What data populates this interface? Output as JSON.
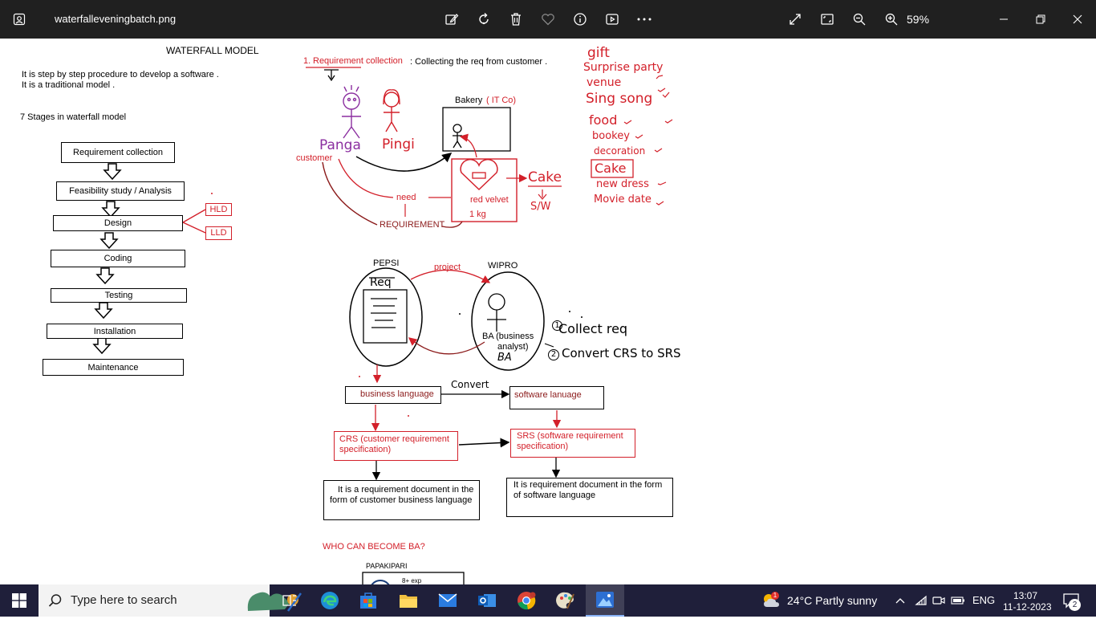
{
  "window": {
    "title": "waterfalleveningbatch.png",
    "zoom": "59%",
    "toolbar_icons": [
      "edit-icon",
      "rotate-icon",
      "delete-icon",
      "favorite-icon",
      "info-icon",
      "slideshow-icon",
      "more-icon",
      "fullscreen-icon",
      "actual-size-icon",
      "zoom-out-icon",
      "zoom-in-icon"
    ],
    "window_controls": [
      "minimize-icon",
      "restore-icon",
      "close-icon"
    ]
  },
  "image": {
    "heading": "WATERFALL MODEL",
    "intro_line1": "It is step by step procedure to develop a software .",
    "intro_line2": "It is a traditional model .",
    "stages_title": "7 Stages in waterfall model",
    "stages": [
      "Requirement collection",
      "Feasibility study / Analysis",
      "Design",
      "Coding",
      "Testing",
      "Installation",
      "Maintenance"
    ],
    "hld": "HLD",
    "lld": "LLD",
    "req_title_prefix": "1. ",
    "req_title": "Requirement collection",
    "req_desc": ": Collecting the req from customer .",
    "bakery": "Bakery",
    "itco": "( IT Co)",
    "panga": "Panga",
    "pingi": "Pingi",
    "customer": "customer",
    "need": "need",
    "requirement": "REQUIREMENT",
    "red_velvet": "red velvet",
    "one_kg": "1 kg",
    "cake": "Cake",
    "sw": "S/W",
    "list": [
      "gift",
      "Surprise party",
      "venue",
      "Sing song",
      "food",
      "bookey",
      "decoration",
      "Cake",
      "new dress",
      "Movie date"
    ],
    "pepsi": "PEPSI",
    "wipro": "WIPRO",
    "project": "project",
    "req_doc": "Req",
    "ba_line1": "BA (business",
    "ba_line2": "analyst)",
    "ba_abbr": "BA",
    "step1": "Collect req",
    "step2": "Convert CRS to SRS",
    "step1_num": "1",
    "step2_num": "2",
    "business_language": "business language",
    "convert": "Convert",
    "software_lanuage": "software lanuage",
    "crs": "CRS (customer requirement specification)",
    "srs": "SRS (software requirement specification)",
    "crs_desc": "It is a requirement document in the form of customer business language",
    "srs_desc": "It is requirement document in the form of software language",
    "who_ba": "WHO CAN BECOME BA?",
    "papakipari": "PAPAKIPARI",
    "exp": "8+ exp"
  },
  "taskbar": {
    "search_placeholder": "Type here to search",
    "weather": "24°C  Partly sunny",
    "language": "ENG",
    "time": "13:07",
    "date": "11-12-2023",
    "notifications": "2",
    "weather_badge": "1",
    "apps": [
      "task-view-icon",
      "edge-icon",
      "store-icon",
      "file-explorer-icon",
      "mail-icon",
      "outlook-icon",
      "chrome-icon",
      "paint-icon",
      "photos-icon"
    ]
  }
}
